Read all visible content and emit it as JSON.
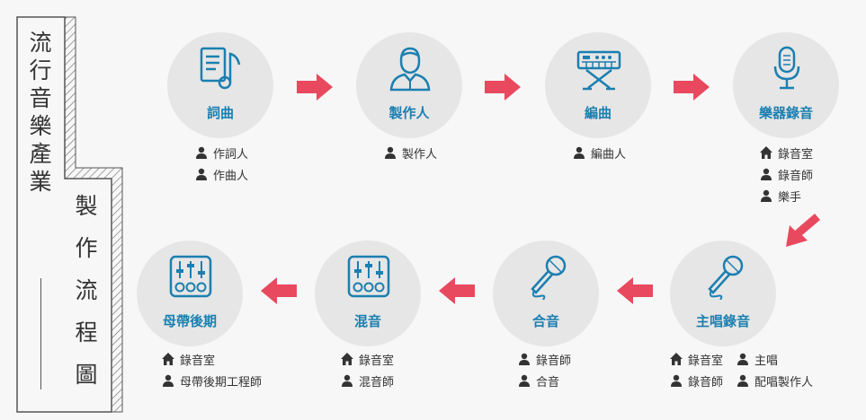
{
  "title": {
    "main": "流行音樂產業",
    "sub": "製作流程圖"
  },
  "colors": {
    "accent": "#1b7fb0",
    "arrow": "#e8495e",
    "node_bg": "#e6e6e6",
    "text": "#333333"
  },
  "steps": [
    {
      "label": "詞曲",
      "icon": "lyrics-music-icon",
      "roles": [
        {
          "icon": "person-icon",
          "text": "作詞人"
        },
        {
          "icon": "person-icon",
          "text": "作曲人"
        }
      ]
    },
    {
      "label": "製作人",
      "icon": "producer-person-icon",
      "roles": [
        {
          "icon": "person-icon",
          "text": "製作人"
        }
      ]
    },
    {
      "label": "編曲",
      "icon": "keyboard-synth-icon",
      "roles": [
        {
          "icon": "person-icon",
          "text": "編曲人"
        }
      ]
    },
    {
      "label": "樂器錄音",
      "icon": "studio-microphone-icon",
      "roles": [
        {
          "icon": "home-icon",
          "text": "錄音室"
        },
        {
          "icon": "person-icon",
          "text": "錄音師"
        },
        {
          "icon": "person-icon",
          "text": "樂手"
        }
      ]
    },
    {
      "label": "主唱錄音",
      "icon": "handheld-microphone-icon",
      "roles": [
        {
          "icon": "home-icon",
          "text": "錄音室"
        },
        {
          "icon": "person-icon",
          "text": "錄音師"
        },
        {
          "icon": "person-icon",
          "text": "主唱"
        },
        {
          "icon": "person-icon",
          "text": "配唱製作人"
        }
      ]
    },
    {
      "label": "合音",
      "icon": "handheld-microphone-icon",
      "roles": [
        {
          "icon": "person-icon",
          "text": "錄音師"
        },
        {
          "icon": "person-icon",
          "text": "合音"
        }
      ]
    },
    {
      "label": "混音",
      "icon": "mixer-icon",
      "roles": [
        {
          "icon": "home-icon",
          "text": "錄音室"
        },
        {
          "icon": "person-icon",
          "text": "混音師"
        }
      ]
    },
    {
      "label": "母帶後期",
      "icon": "mixer-icon",
      "roles": [
        {
          "icon": "home-icon",
          "text": "錄音室"
        },
        {
          "icon": "person-icon",
          "text": "母帶後期工程師"
        }
      ]
    }
  ]
}
